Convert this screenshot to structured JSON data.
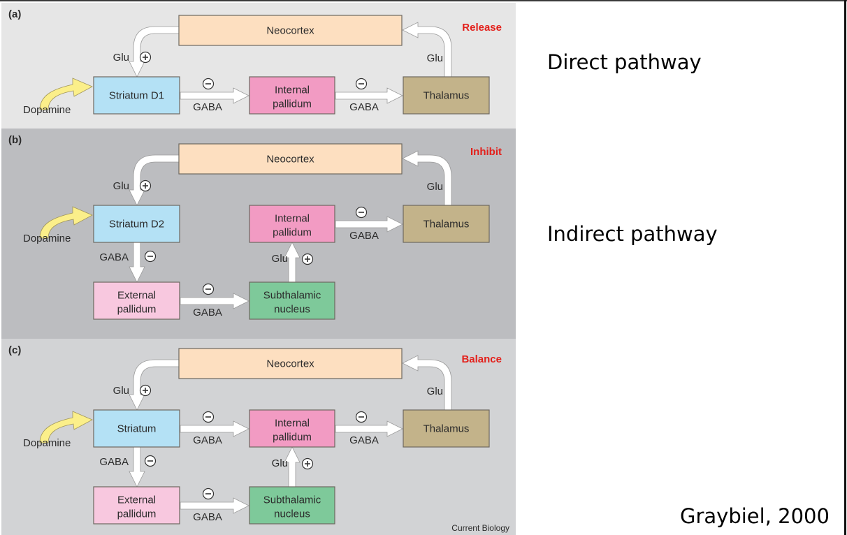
{
  "figure": {
    "credit": "Current Biology",
    "panels": [
      {
        "id": "a",
        "label": "(a)",
        "state": "Release",
        "background": "#e6e6e6",
        "boxes": {
          "neocortex": "Neocortex",
          "striatum": "Striatum D1",
          "internal_pallidum": [
            "Internal",
            "pallidum"
          ],
          "thalamus": "Thalamus"
        },
        "labels": {
          "dopamine": "Dopamine",
          "glu_cortex_striatum": "Glu",
          "glu_thalamus_cortex": "Glu",
          "gaba_striatum_gpi": "GABA",
          "gaba_gpi_thalamus": "GABA"
        },
        "signs": {
          "cortex_striatum": "+",
          "striatum_gpi": "−",
          "gpi_thalamus": "−"
        }
      },
      {
        "id": "b",
        "label": "(b)",
        "state": "Inhibit",
        "background": "#bcbdc0",
        "boxes": {
          "neocortex": "Neocortex",
          "striatum": "Striatum D2",
          "internal_pallidum": [
            "Internal",
            "pallidum"
          ],
          "thalamus": "Thalamus",
          "external_pallidum": [
            "External",
            "pallidum"
          ],
          "subthalamic": [
            "Subthalamic",
            "nucleus"
          ]
        },
        "labels": {
          "dopamine": "Dopamine",
          "glu_cortex_striatum": "Glu",
          "glu_thalamus_cortex": "Glu",
          "gaba_gpi_thalamus": "GABA",
          "gaba_striatum_gpe": "GABA",
          "gaba_gpe_stn": "GABA",
          "glu_stn_gpi": "Glu"
        },
        "signs": {
          "cortex_striatum": "+",
          "gpi_thalamus": "−",
          "striatum_gpe": "−",
          "gpe_stn": "−",
          "stn_gpi": "+"
        }
      },
      {
        "id": "c",
        "label": "(c)",
        "state": "Balance",
        "background": "#d2d3d5",
        "boxes": {
          "neocortex": "Neocortex",
          "striatum": "Striatum",
          "internal_pallidum": [
            "Internal",
            "pallidum"
          ],
          "thalamus": "Thalamus",
          "external_pallidum": [
            "External",
            "pallidum"
          ],
          "subthalamic": [
            "Subthalamic",
            "nucleus"
          ]
        },
        "labels": {
          "dopamine": "Dopamine",
          "glu_cortex_striatum": "Glu",
          "glu_thalamus_cortex": "Glu",
          "gaba_striatum_gpi": "GABA",
          "gaba_gpi_thalamus": "GABA",
          "gaba_striatum_gpe": "GABA",
          "gaba_gpe_stn": "GABA",
          "glu_stn_gpi": "Glu"
        },
        "signs": {
          "cortex_striatum": "+",
          "striatum_gpi": "−",
          "gpi_thalamus": "−",
          "striatum_gpe": "−",
          "gpe_stn": "−",
          "stn_gpi": "+"
        }
      }
    ],
    "colors": {
      "neocortex": "#fddfc0",
      "striatum": "#b4e1f5",
      "internal_pallidum": "#f29bc3",
      "thalamus": "#c3b38a",
      "external_pallidum": "#f8c8df",
      "subthalamic": "#7ec99a",
      "dopamine_arrow": "#fbef8a",
      "state_text": "#e3201b"
    }
  },
  "annotations": {
    "direct": "Direct pathway",
    "indirect": "Indirect pathway",
    "citation": "Graybiel, 2000"
  }
}
